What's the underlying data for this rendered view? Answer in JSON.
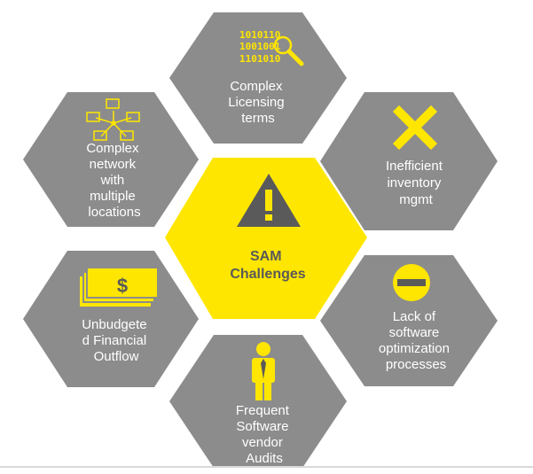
{
  "colors": {
    "background": "#ffffff",
    "hex_gray": "#8c8c8c",
    "hex_yellow": "#ffe600",
    "icon_dark_gray": "#5a5a5a",
    "label_white": "#ffffff",
    "label_dark": "#595959"
  },
  "center": {
    "icon": "warning-icon",
    "label_lines": [
      "SAM",
      "Challenges"
    ]
  },
  "challenges": [
    {
      "id": "licensing",
      "icon": "binary-magnifier-icon",
      "binary_lines": [
        "1010110",
        "1001001",
        "1101010"
      ],
      "label_lines": [
        "Complex",
        "Licensing",
        "terms"
      ]
    },
    {
      "id": "inventory",
      "icon": "x-mark-icon",
      "label_lines": [
        "Inefficient",
        "inventory",
        "mgmt"
      ]
    },
    {
      "id": "optimization",
      "icon": "minus-circle-icon",
      "label_lines": [
        "Lack of",
        "software",
        "optimization",
        "processes"
      ]
    },
    {
      "id": "audits",
      "icon": "auditor-person-icon",
      "label_lines": [
        "Frequent",
        "Software",
        "vendor",
        "Audits"
      ]
    },
    {
      "id": "financial",
      "icon": "dollar-bills-icon",
      "label_lines": [
        "Unbudgete",
        "d Financial",
        "Outflow"
      ]
    },
    {
      "id": "network",
      "icon": "network-computers-icon",
      "label_lines": [
        "Complex",
        "network",
        "with",
        "multiple",
        "locations"
      ]
    }
  ]
}
